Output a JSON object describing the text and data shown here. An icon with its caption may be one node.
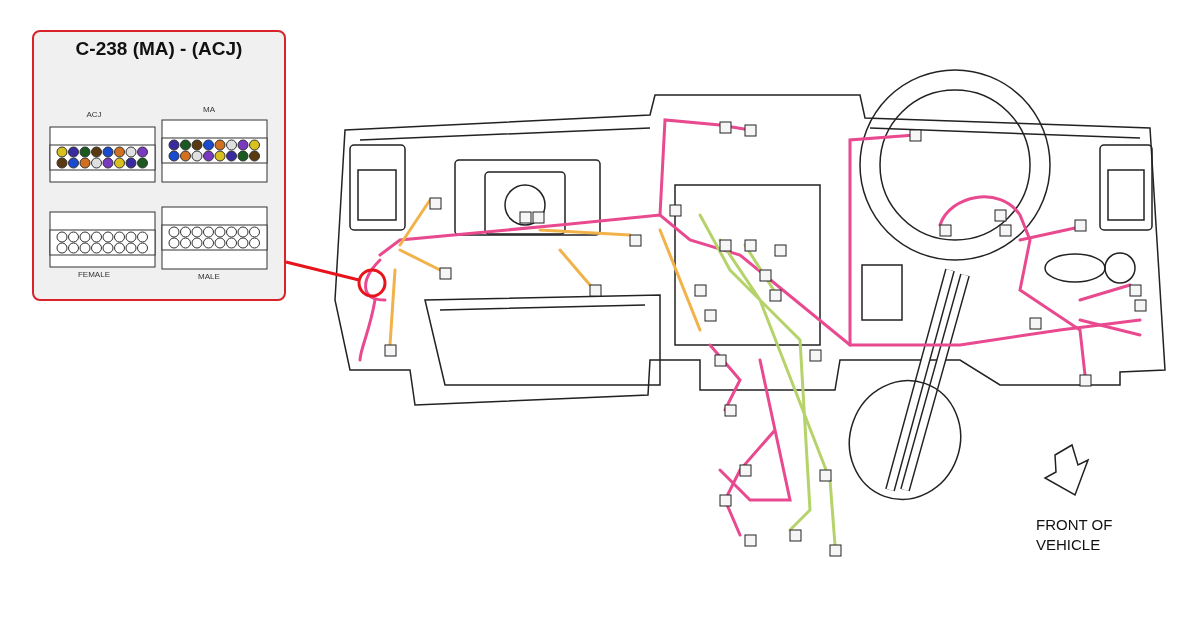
{
  "diagram": {
    "nodes": [
      {
        "text": [
          "C-238 (MA) - (ACJ)"
        ]
      },
      {
        "text": [],
        "shape": "circle"
      }
    ],
    "edges": [
      {
        "from": 0,
        "to": 1,
        "arrow": "none",
        "color": "#e8131b"
      }
    ],
    "labels": [
      "ACJ",
      "MA",
      "FEMALE",
      "MALE",
      "FRONT OF VEHICLE"
    ]
  }
}
